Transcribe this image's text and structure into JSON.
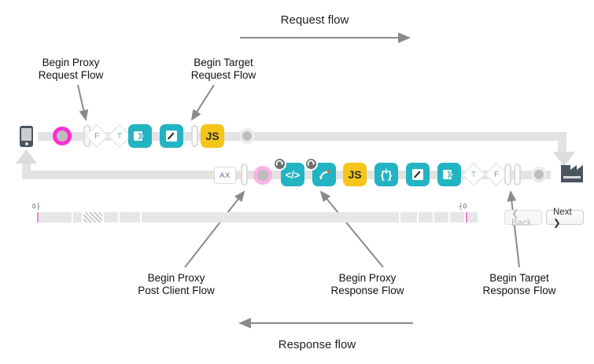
{
  "diagram": {
    "title_request": "Request flow",
    "title_response": "Response flow",
    "callouts": {
      "begin_proxy_request": "Begin Proxy\nRequest Flow",
      "begin_target_request": "Begin Target\nRequest Flow",
      "begin_proxy_post_client": "Begin Proxy\nPost Client Flow",
      "begin_proxy_response": "Begin Proxy\nResponse Flow",
      "begin_target_response": "Begin Target\nResponse Flow"
    }
  },
  "request_row": {
    "name": "request-flow-pipeline",
    "client_icon": "mobile-phone-icon",
    "nodes": [
      {
        "kind": "ring-pink",
        "name": "flow-hook-begin-proxy-request"
      },
      {
        "kind": "pill",
        "name": "flow-separator"
      },
      {
        "kind": "diamond",
        "label": "F",
        "name": "condition-false-diamond"
      },
      {
        "kind": "diamond",
        "label": "T",
        "name": "condition-true-diamond"
      },
      {
        "kind": "teal-square",
        "icon": "share-arrow-icon",
        "name": "policy-service-callout"
      },
      {
        "kind": "teal-square",
        "icon": "pencil-icon",
        "name": "policy-assign-message"
      },
      {
        "kind": "pill",
        "name": "flow-separator"
      },
      {
        "kind": "yellow-square",
        "label": "JS",
        "name": "policy-javascript"
      },
      {
        "kind": "dot-gray",
        "name": "flow-endpoint-dot"
      }
    ],
    "target_icon": "backend-target-arrow"
  },
  "response_row": {
    "name": "response-flow-pipeline",
    "nodes": [
      {
        "kind": "ax-box",
        "label": "AX",
        "name": "policy-analytics-ax"
      },
      {
        "kind": "pill",
        "name": "flow-separator"
      },
      {
        "kind": "ring-pink-soft",
        "name": "flow-hook-begin-proxy-post-client"
      },
      {
        "kind": "teal-square",
        "icon": "code-tags-icon",
        "label": "</>",
        "name": "policy-xml-to-json",
        "badge": "refresh-badge-icon"
      },
      {
        "kind": "teal-square",
        "icon": "route-arrow-icon",
        "name": "policy-route-rule",
        "badge": "refresh-badge-icon"
      },
      {
        "kind": "yellow-square",
        "label": "JS",
        "name": "policy-javascript"
      },
      {
        "kind": "teal-square",
        "label": "{ }",
        "name": "policy-json-threat-protection"
      },
      {
        "kind": "teal-square",
        "icon": "pencil-icon",
        "name": "policy-assign-message"
      },
      {
        "kind": "teal-square",
        "icon": "share-arrow-icon",
        "name": "policy-service-callout"
      },
      {
        "kind": "diamond",
        "label": "T",
        "name": "condition-true-diamond"
      },
      {
        "kind": "diamond",
        "label": "F",
        "name": "condition-false-diamond"
      },
      {
        "kind": "pill",
        "name": "flow-separator"
      },
      {
        "kind": "pill",
        "name": "flow-separator"
      },
      {
        "kind": "dot-gray",
        "name": "flow-endpoint-dot"
      }
    ],
    "backend_icon": "factory-backend-icon"
  },
  "timeline": {
    "name": "timeline-scrubber",
    "start_label": "0",
    "end_label": "0",
    "segments": 9
  },
  "nav": {
    "back_label": "❮ Back",
    "next_label": "Next ❯",
    "back_disabled": true
  },
  "colors": {
    "teal": "#23b4c4",
    "yellow": "#f5c518",
    "pink": "#ff2ed6",
    "pink_soft": "#f9b4e4",
    "rail": "#e3e3e3",
    "arrow_gray": "#8a8a8a",
    "dark_slate": "#4a5560"
  }
}
